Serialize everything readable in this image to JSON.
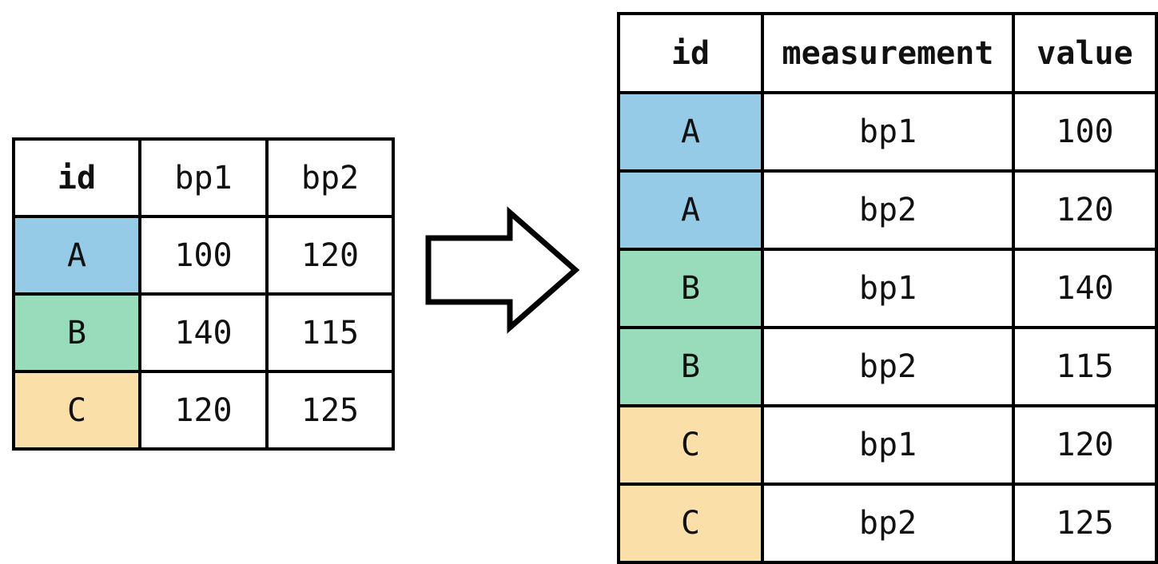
{
  "diagram": {
    "title_hidden": "",
    "arrow": {
      "icon": "right-arrow-icon",
      "direction": "right"
    }
  },
  "colors": {
    "id_a": "#96cbe8",
    "id_b": "#99dcbc",
    "id_c": "#fbdfa8",
    "border": "#000000",
    "background": "#ffffff",
    "text": "#111111"
  },
  "wide_table": {
    "name": "wide-format-table",
    "headers": [
      "id",
      "bp1",
      "bp2"
    ],
    "header_styles": [
      "bold",
      "plain",
      "plain"
    ],
    "rows": [
      {
        "id": "A",
        "bp1": "100",
        "bp2": "120",
        "color_key": "id_a"
      },
      {
        "id": "B",
        "bp1": "140",
        "bp2": "115",
        "color_key": "id_b"
      },
      {
        "id": "C",
        "bp1": "120",
        "bp2": "125",
        "color_key": "id_c"
      }
    ]
  },
  "long_table": {
    "name": "long-format-table",
    "headers": [
      "id",
      "measurement",
      "value"
    ],
    "header_styles": [
      "bold",
      "bold",
      "bold"
    ],
    "rows": [
      {
        "id": "A",
        "measurement": "bp1",
        "value": "100",
        "color_key": "id_a"
      },
      {
        "id": "A",
        "measurement": "bp2",
        "value": "120",
        "color_key": "id_a"
      },
      {
        "id": "B",
        "measurement": "bp1",
        "value": "140",
        "color_key": "id_b"
      },
      {
        "id": "B",
        "measurement": "bp2",
        "value": "115",
        "color_key": "id_b"
      },
      {
        "id": "C",
        "measurement": "bp1",
        "value": "120",
        "color_key": "id_c"
      },
      {
        "id": "C",
        "measurement": "bp2",
        "value": "125",
        "color_key": "id_c"
      }
    ]
  }
}
